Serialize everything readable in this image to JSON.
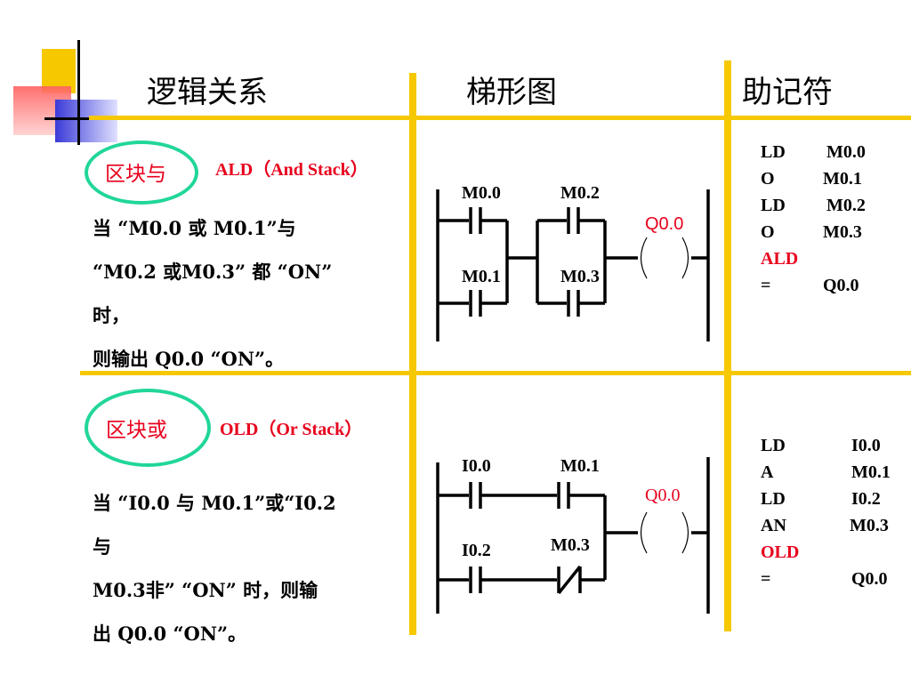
{
  "header": {
    "col1": "逻辑关系",
    "col2": "梯形图",
    "col3": "助记符"
  },
  "block1": {
    "badge": "区块与",
    "instruction": "ALD（And Stack）",
    "desc_lines": [
      "当 “M0.0 或 M0.1”与",
      "“M0.2 或M0.3” 都 “ON”",
      "时，",
      "则输出 Q0.0 “ON”。"
    ],
    "labels": {
      "c1": "M0.0",
      "c2": "M0.2",
      "c3": "M0.1",
      "c4": "M0.3",
      "coil": "Q0.0"
    },
    "mnemonic": [
      {
        "op": "LD",
        "arg": "M0.0",
        "highlight": false
      },
      {
        "op": "O",
        "arg": "M0.1",
        "highlight": false
      },
      {
        "op": "LD",
        "arg": "M0.2",
        "highlight": false
      },
      {
        "op": "O",
        "arg": "M0.3",
        "highlight": false
      },
      {
        "op": "ALD",
        "arg": "",
        "highlight": true
      },
      {
        "op": "=",
        "arg": "Q0.0",
        "highlight": false
      }
    ]
  },
  "block2": {
    "badge": "区块或",
    "instruction": "OLD（Or Stack）",
    "desc_lines": [
      "当 “I0.0 与 M0.1”或“I0.2",
      "与",
      "M0.3非” “ON” 时，则输",
      "出 Q0.0 “ON”。"
    ],
    "labels": {
      "c1": "I0.0",
      "c2": "M0.1",
      "c3": "I0.2",
      "c4": "M0.3",
      "coil": "Q0.0"
    },
    "mnemonic": [
      {
        "op": "LD",
        "arg": "I0.0",
        "highlight": false
      },
      {
        "op": "A",
        "arg": "M0.1",
        "highlight": false
      },
      {
        "op": "LD",
        "arg": "I0.2",
        "highlight": false
      },
      {
        "op": "AN",
        "arg": "M0.3",
        "highlight": false
      },
      {
        "op": "OLD",
        "arg": "",
        "highlight": true
      },
      {
        "op": "=",
        "arg": "Q0.0",
        "highlight": false
      }
    ]
  },
  "colors": {
    "grid": "#f5c800",
    "accent_red": "#e8001c",
    "ellipse": "#21d69a"
  }
}
